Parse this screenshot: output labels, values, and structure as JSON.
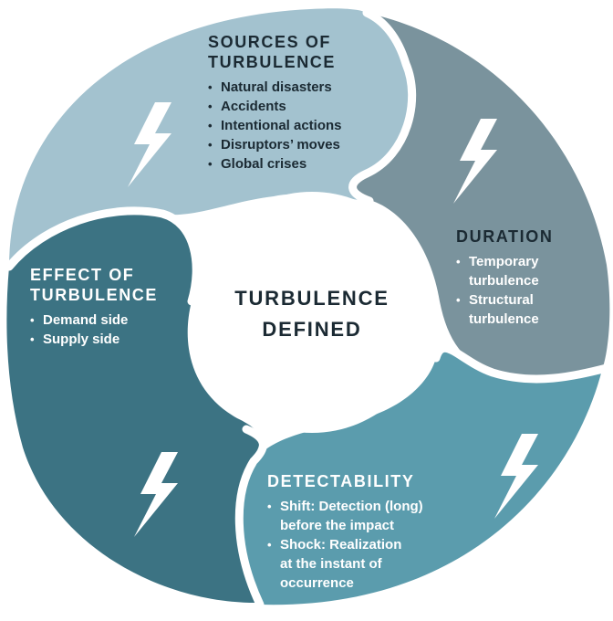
{
  "center": {
    "line1": "TURBULENCE",
    "line2": "DEFINED"
  },
  "segments": {
    "sources": {
      "title_line1": "SOURCES OF",
      "title_line2": "TURBULENCE",
      "items": [
        "Natural disasters",
        "Accidents",
        "Intentional actions",
        "Disruptors’ moves",
        "Global crises"
      ],
      "color": "#a3c2cf"
    },
    "duration": {
      "title": "DURATION",
      "items_lines": [
        [
          "Temporary",
          "turbulence"
        ],
        [
          "Structural",
          "turbulence"
        ]
      ],
      "color": "#7a939d"
    },
    "effect": {
      "title_line1": "EFFECT OF",
      "title_line2": "TURBULENCE",
      "items": [
        "Demand side",
        "Supply side"
      ],
      "color": "#3c7383"
    },
    "detectability": {
      "title": "DETECTABILITY",
      "items_lines": [
        [
          "Shift: Detection (long)",
          "before the impact"
        ],
        [
          "Shock: Realization",
          "at the instant of",
          "occurrence"
        ]
      ],
      "color": "#5b9cad"
    }
  },
  "icons": [
    "lightning-bolt-icon"
  ]
}
